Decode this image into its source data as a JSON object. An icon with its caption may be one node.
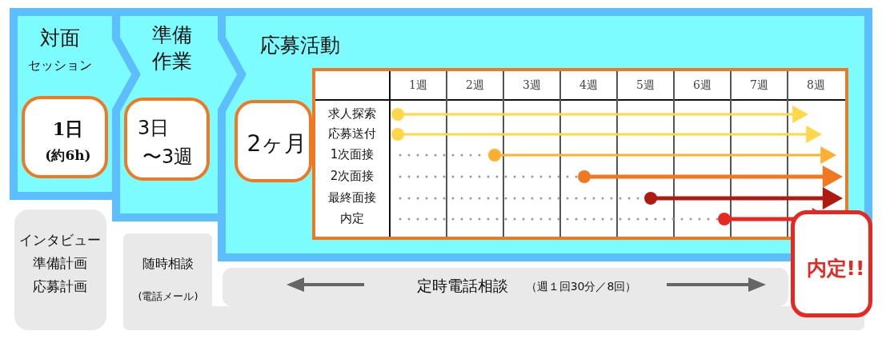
{
  "diagram": {
    "nodes": [
      {
        "text": [
          "対面",
          "セッション"
        ]
      },
      {
        "text": [
          "1日",
          "(約6h)"
        ],
        "in": 0
      },
      {
        "text": [
          "準備作業"
        ]
      },
      {
        "text": [
          "3日",
          "〜3週"
        ],
        "in": 2
      },
      {
        "text": [
          "応募活動"
        ]
      },
      {
        "text": [
          "2ヶ月"
        ],
        "in": 4
      },
      {
        "text": [
          "内定!!"
        ]
      },
      {
        "text": [
          "インタビュー",
          "準備計画",
          "応募計画"
        ]
      },
      {
        "text": [
          "随時相談",
          "(電話メール)"
        ]
      },
      {
        "text": [
          "定時電話相談",
          "（週１回30分／8回）"
        ]
      }
    ],
    "labels": [
      "1週",
      "2週",
      "3週",
      "4週",
      "5週",
      "6週",
      "7週",
      "8週",
      "求人探索",
      "応募送付",
      "1次面接",
      "2次面接",
      "最終面接",
      "内定"
    ]
  }
}
